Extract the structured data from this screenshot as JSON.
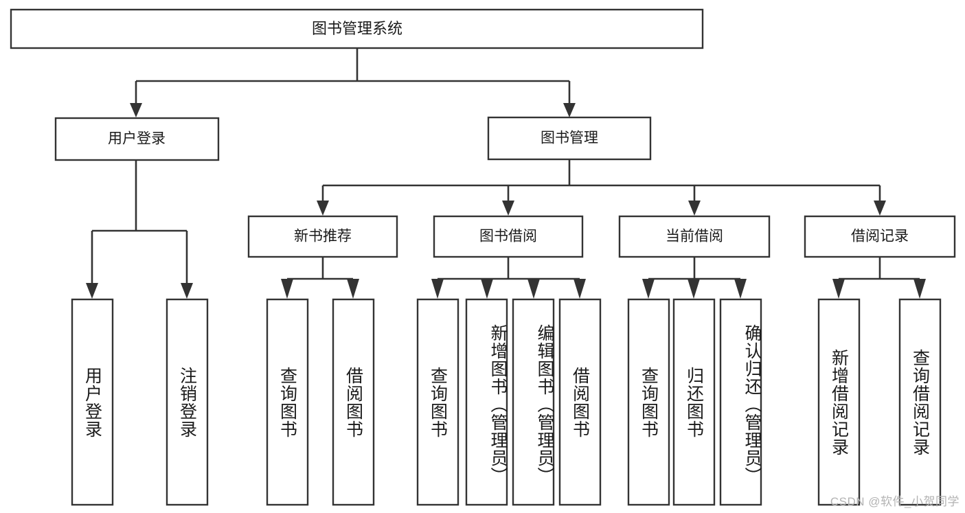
{
  "diagram": {
    "type": "hierarchy-tree",
    "root": {
      "id": "root",
      "label": "图书管理系统"
    },
    "level2": [
      {
        "id": "user-login",
        "label": "用户登录"
      },
      {
        "id": "book-manage",
        "label": "图书管理"
      }
    ],
    "level3": [
      {
        "id": "new-book-rec",
        "label": "新书推荐",
        "parent": "book-manage"
      },
      {
        "id": "book-borrow",
        "label": "图书借阅",
        "parent": "book-manage"
      },
      {
        "id": "current-borrow",
        "label": "当前借阅",
        "parent": "book-manage"
      },
      {
        "id": "borrow-record",
        "label": "借阅记录",
        "parent": "book-manage"
      }
    ],
    "leaves": [
      {
        "id": "leaf-user-login",
        "label": "用户登录",
        "parent": "user-login"
      },
      {
        "id": "leaf-logout",
        "label": "注销登录",
        "parent": "user-login"
      },
      {
        "id": "leaf-query-book-1",
        "label": "查询图书",
        "parent": "new-book-rec"
      },
      {
        "id": "leaf-borrow-book-1",
        "label": "借阅图书",
        "parent": "new-book-rec"
      },
      {
        "id": "leaf-query-book-2",
        "label": "查询图书",
        "parent": "book-borrow"
      },
      {
        "id": "leaf-add-book",
        "label": "新增图书（管理员）",
        "parent": "book-borrow"
      },
      {
        "id": "leaf-edit-book",
        "label": "编辑图书（管理员）",
        "parent": "book-borrow"
      },
      {
        "id": "leaf-borrow-book-2",
        "label": "借阅图书",
        "parent": "book-borrow"
      },
      {
        "id": "leaf-query-book-3",
        "label": "查询图书",
        "parent": "current-borrow"
      },
      {
        "id": "leaf-return-book",
        "label": "归还图书",
        "parent": "current-borrow"
      },
      {
        "id": "leaf-confirm-return",
        "label": "确认归还（管理员）",
        "parent": "current-borrow"
      },
      {
        "id": "leaf-add-record",
        "label": "新增借阅记录",
        "parent": "borrow-record"
      },
      {
        "id": "leaf-query-record",
        "label": "查询借阅记录",
        "parent": "borrow-record"
      }
    ]
  },
  "watermark": {
    "text": "CSDN @软件_小贺同学"
  },
  "colors": {
    "box_stroke": "#333333",
    "box_fill": "#ffffff",
    "text": "#1a1a1a",
    "watermark": "#b3b3b3",
    "background": "#ffffff"
  }
}
